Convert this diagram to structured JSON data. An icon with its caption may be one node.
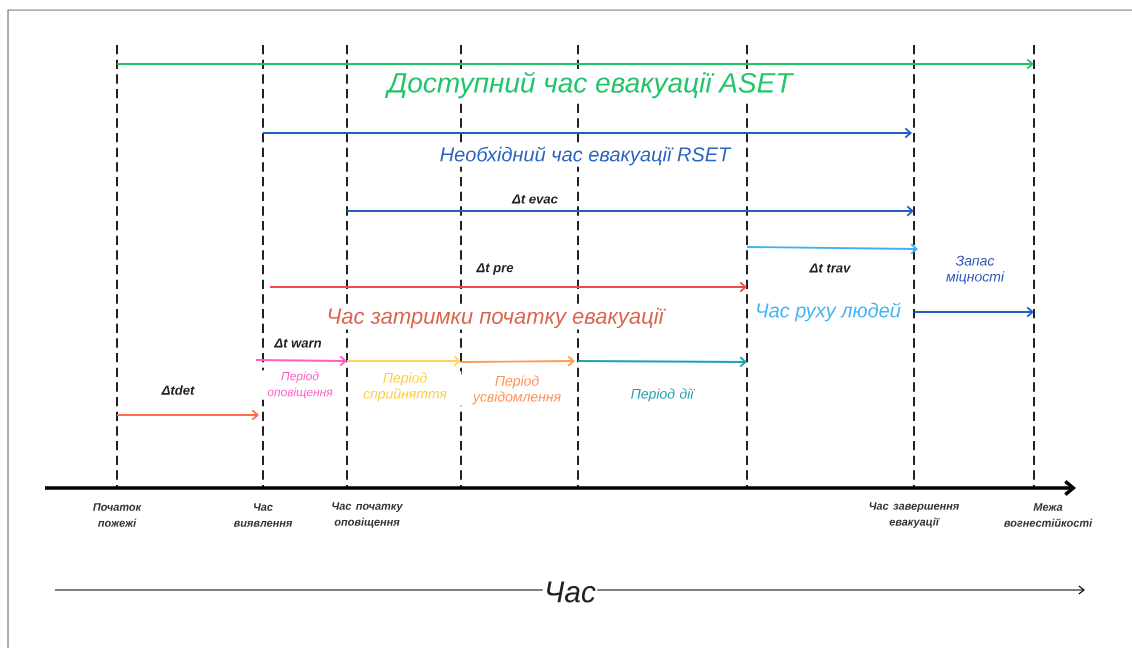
{
  "diagram": {
    "labels": [
      "Доступний час евакуації ASET",
      "Необхідний час евакуації RSET",
      "Δt evac",
      "Δt pre",
      "Δt trav",
      "Запас міцності",
      "Час затримки початку евакуації",
      "Час руху людей",
      "Δt warn",
      "Δtdet",
      "Період оповіщення",
      "Період сприйняття",
      "Період усвідомлення",
      "Період дії",
      "Початок пожежі",
      "Час виявлення",
      "Час початку оповіщення",
      "Час завершення евакуації",
      "Межа вогнестійкості",
      "Час"
    ]
  }
}
